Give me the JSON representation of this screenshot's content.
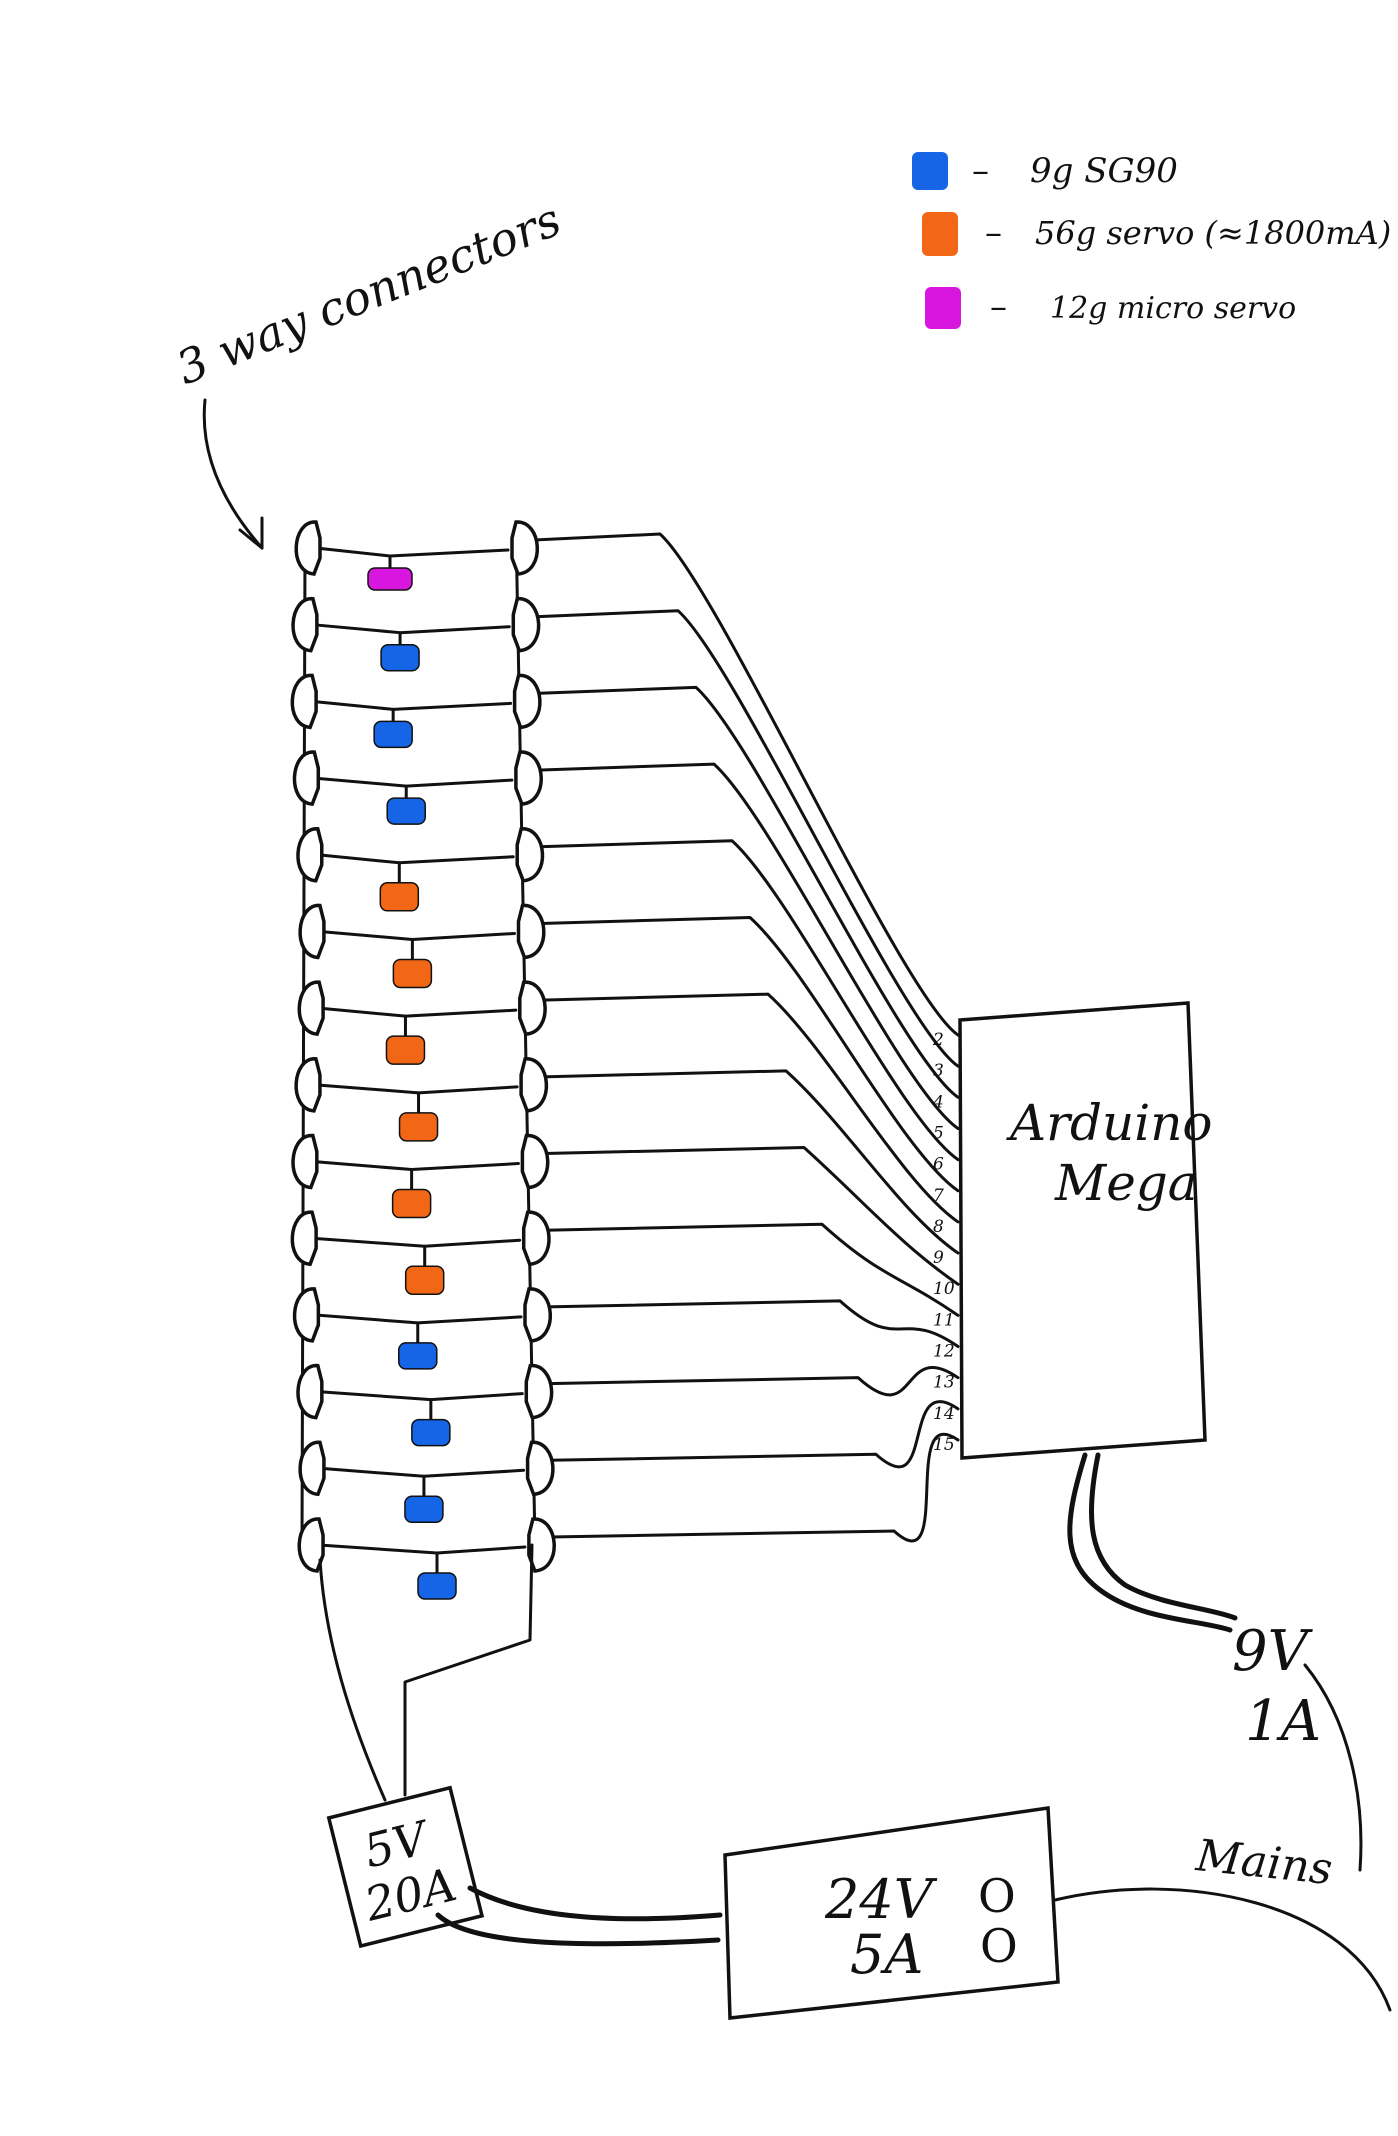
{
  "legend": {
    "items": [
      {
        "color": "#1565e6",
        "label": "9g SG90"
      },
      {
        "color": "#f26716",
        "label": "56g servo (≈1800mA)"
      },
      {
        "color": "#d916e0",
        "label": "12g micro servo"
      }
    ],
    "dash": "–"
  },
  "connectors_label": "3 way connectors",
  "arduino": {
    "name_line1": "Arduino",
    "name_line2": "Mega",
    "pins": [
      "2",
      "3",
      "4",
      "5",
      "6",
      "7",
      "8",
      "9",
      "10",
      "11",
      "12",
      "13",
      "14",
      "15"
    ]
  },
  "servo_rows": [
    "micro",
    "sg90",
    "sg90",
    "sg90",
    "56g",
    "56g",
    "56g",
    "56g",
    "56g",
    "56g",
    "sg90",
    "sg90",
    "sg90",
    "sg90"
  ],
  "power": {
    "psu_5v": {
      "line1": "5V",
      "line2": "20A"
    },
    "psu_24v": {
      "line1": "24V",
      "line2": "5A",
      "terminal_symbol": "O"
    },
    "arduino_supply": {
      "line1": "9V",
      "line2": "1A"
    },
    "mains_label": "Mains"
  }
}
